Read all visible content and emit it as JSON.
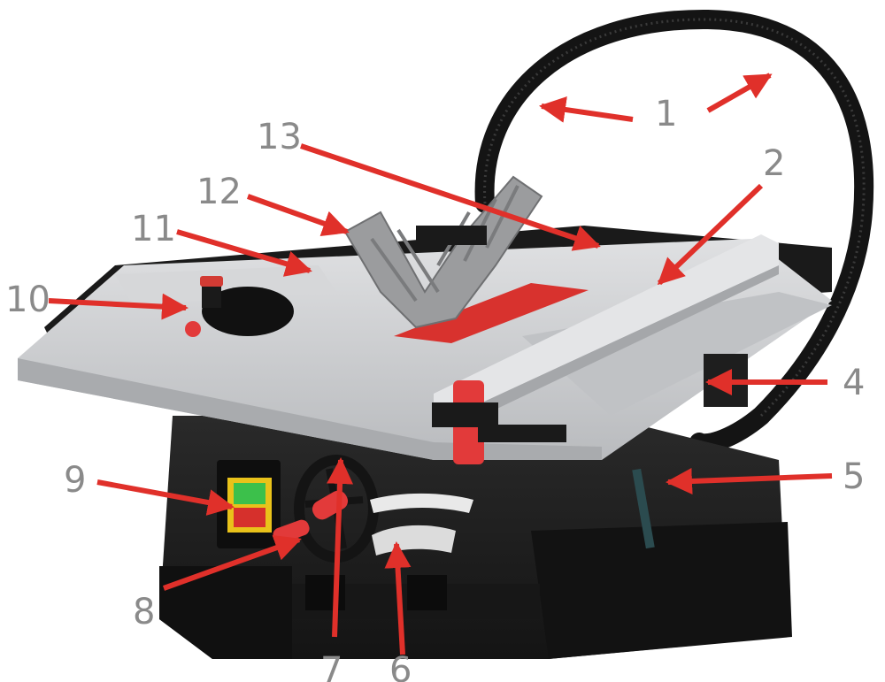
{
  "diagram": {
    "callouts": [
      {
        "id": "callout-1",
        "label": "1"
      },
      {
        "id": "callout-2",
        "label": "2"
      },
      {
        "id": "callout-4",
        "label": "4"
      },
      {
        "id": "callout-5",
        "label": "5"
      },
      {
        "id": "callout-6",
        "label": "6"
      },
      {
        "id": "callout-7",
        "label": "7"
      },
      {
        "id": "callout-8",
        "label": "8"
      },
      {
        "id": "callout-9",
        "label": "9"
      },
      {
        "id": "callout-10",
        "label": "10"
      },
      {
        "id": "callout-11",
        "label": "11"
      },
      {
        "id": "callout-12",
        "label": "12"
      },
      {
        "id": "callout-13",
        "label": "13"
      }
    ],
    "colors": {
      "arrow": "#e0302a",
      "label": "#8a8a8a",
      "body": "#1c1c1c",
      "table": "#c9cbcd",
      "fence": "#d7d9db",
      "accent": "#e23a3a",
      "guard": "#9b9c9e",
      "switch_green": "#3cc04b",
      "switch_yellow": "#e9c21a"
    }
  }
}
